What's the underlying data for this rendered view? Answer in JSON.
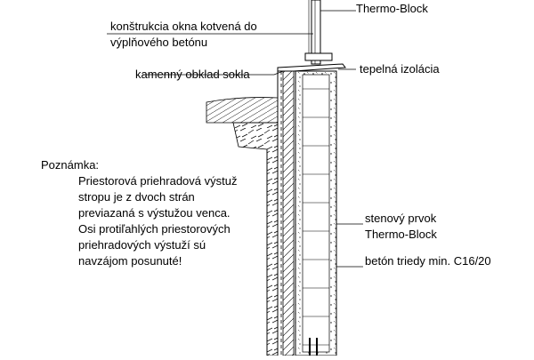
{
  "labels": {
    "window_anchor": "konštrukcia okna kotvená do",
    "window_anchor_2": "výplňového betónu",
    "thermo_top": "Thermo-Block",
    "plinth_cladding": "kamenný obklad sokla",
    "thermal_insulation": "tepelná izolácia",
    "wall_element": "stenový prvok",
    "wall_element_2": "Thermo-Block",
    "concrete_class": "betón triedy min. C16/20"
  },
  "note": {
    "heading": "Poznámka:",
    "lines": [
      "Priestorová priehradová výstuž",
      "stropu je z dvoch strán",
      "previazaná s výstužou venca.",
      "Osi protiľahlých priestorových",
      "priehradových výstuží sú",
      "navzájom posunuté!"
    ]
  }
}
